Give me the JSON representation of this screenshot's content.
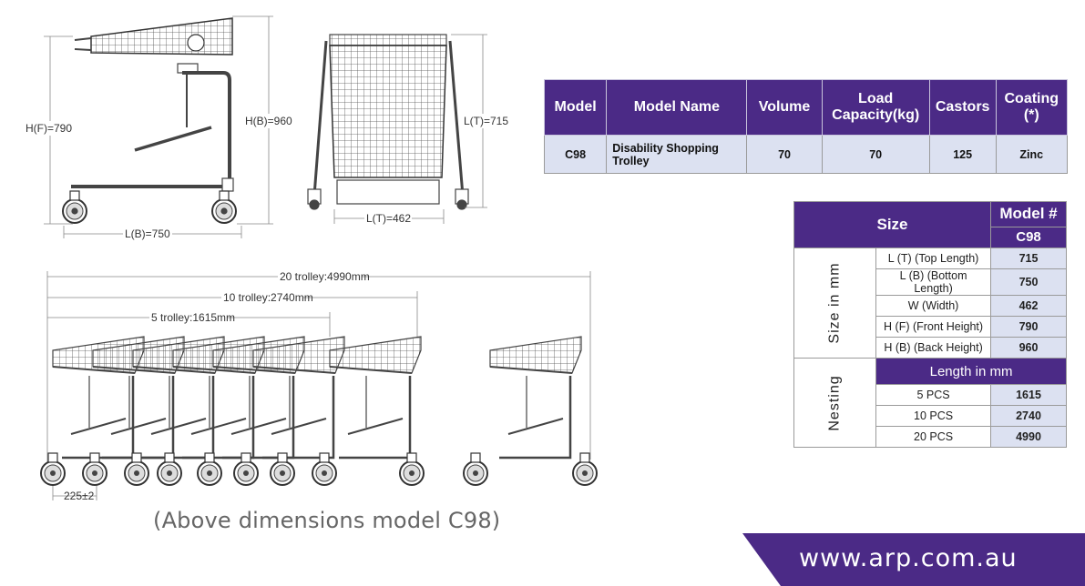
{
  "drawing": {
    "side_labels": {
      "front_height": "H(F)=790",
      "back_height": "H(B)=960",
      "bottom_length": "L(B)=750"
    },
    "front_labels": {
      "top_length_side": "L(T)=715",
      "top_length_bottom": "L(T)=462"
    },
    "nesting_labels": {
      "twenty": "20 trolley:4990mm",
      "ten": "10 trolley:2740mm",
      "five": "5 trolley:1615mm",
      "pitch": "225±2"
    }
  },
  "caption": "(Above dimensions model C98)",
  "spec_table": {
    "headers": [
      "Model",
      "Model Name",
      "Volume",
      "Load Capacity(kg)",
      "Castors",
      "Coating (*)"
    ],
    "row": [
      "C98",
      "Disability Shopping Trolley",
      "70",
      "70",
      "125",
      "Zinc"
    ]
  },
  "size_table": {
    "size_header": "Size",
    "model_header": "Model #",
    "model": "C98",
    "size_side": "Size in mm",
    "size_rows": [
      {
        "label": "L (T) (Top Length)",
        "value": "715"
      },
      {
        "label": "L (B) (Bottom Length)",
        "value": "750"
      },
      {
        "label": "W (Width)",
        "value": "462"
      },
      {
        "label": "H (F) (Front Height)",
        "value": "790"
      },
      {
        "label": "H (B) (Back Height)",
        "value": "960"
      }
    ],
    "nesting_side": "Nesting",
    "nesting_header": "Length in mm",
    "nesting_rows": [
      {
        "label": "5 PCS",
        "value": "1615"
      },
      {
        "label": "10 PCS",
        "value": "2740"
      },
      {
        "label": "20 PCS",
        "value": "4990"
      }
    ]
  },
  "banner": {
    "url": "www.arp.com.au"
  },
  "colors": {
    "brand_purple": "#4b2a86",
    "cell_blue": "#dce1f1"
  }
}
